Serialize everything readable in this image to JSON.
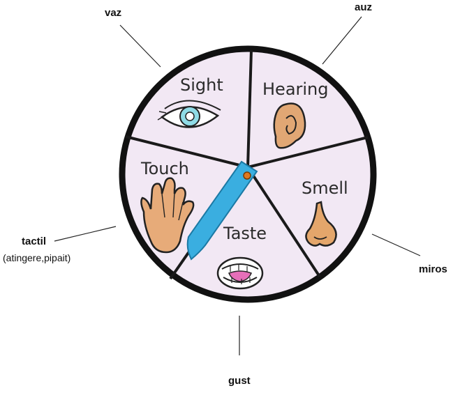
{
  "diagram": {
    "callouts": {
      "vaz": "vaz",
      "auz": "auz",
      "tactil": "tactil",
      "tactil_note": "(atingere,pipait)",
      "miros": "miros",
      "gust": "gust"
    },
    "wheel": {
      "sectors": [
        {
          "label": "Sight",
          "icon": "eye-icon"
        },
        {
          "label": "Hearing",
          "icon": "ear-icon"
        },
        {
          "label": "Smell",
          "icon": "nose-icon"
        },
        {
          "label": "Taste",
          "icon": "mouth-icon"
        },
        {
          "label": "Touch",
          "icon": "hand-icon"
        }
      ],
      "face_color": "#f2e8f4",
      "rim_color": "#111111",
      "pointer_color": "#3aaee0",
      "pin_color": "#e07820"
    }
  }
}
